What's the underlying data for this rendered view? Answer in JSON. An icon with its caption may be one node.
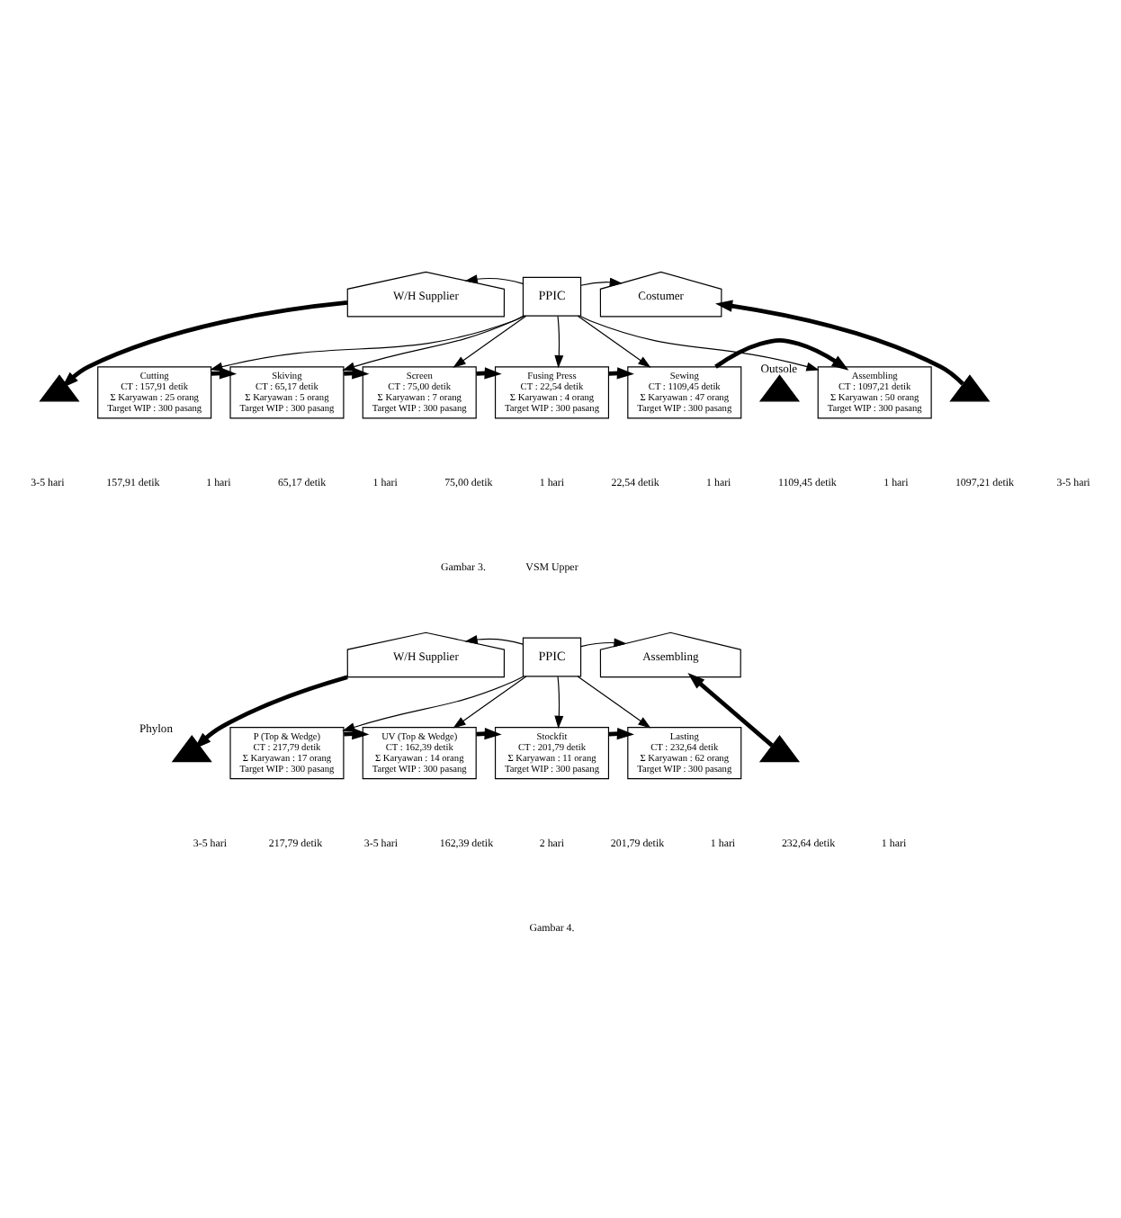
{
  "diagram": {
    "nodes": [
      {
        "text": [
          "W/H Supplier"
        ]
      },
      {
        "text": [
          "PPIC"
        ]
      },
      {
        "text": [
          "Costumer"
        ]
      },
      {
        "text": [],
        "shape": "triangle"
      },
      {
        "text": [
          "Cutting",
          "CT : 157,91 detik",
          "Σ Karyawan : 25 orang",
          "Target WIP : 300 pasang"
        ]
      },
      {
        "text": [
          "Skiving",
          "CT : 65,17 detik",
          "Σ Karyawan : 5 orang",
          "Target WIP : 300 pasang"
        ]
      },
      {
        "text": [
          "Screen",
          "CT : 75,00 detik",
          "Σ Karyawan : 7 orang",
          "Target WIP : 300 pasang"
        ]
      },
      {
        "text": [
          "Fusing Press",
          "CT : 22,54 detik",
          "Σ Karyawan : 4 orang",
          "Target WIP : 300 pasang"
        ]
      },
      {
        "text": [
          "Sewing",
          "CT : 1109,45 detik",
          "Σ Karyawan : 47 orang",
          "Target WIP : 300 pasang"
        ]
      },
      {
        "text": [],
        "shape": "triangle",
        "beside": [
          "Outsole"
        ]
      },
      {
        "text": [
          "Assembling",
          "CT : 1097,21 detik",
          "Σ Karyawan : 50 orang",
          "Target WIP : 300 pasang"
        ]
      },
      {
        "text": [],
        "shape": "triangle"
      },
      {
        "text": [
          "W/H Supplier"
        ]
      },
      {
        "text": [
          "PPIC"
        ]
      },
      {
        "text": [
          "Assembling"
        ]
      },
      {
        "text": [],
        "shape": "triangle",
        "beside": [
          "Phylon"
        ]
      },
      {
        "text": [
          "P (Top & Wedge)",
          "CT : 217,79 detik",
          "Σ Karyawan : 17 orang",
          "Target WIP : 300 pasang"
        ]
      },
      {
        "text": [
          "UV (Top & Wedge)",
          "CT : 162,39 detik",
          "Σ Karyawan : 14 orang",
          "Target WIP : 300 pasang"
        ]
      },
      {
        "text": [
          "Stockfit",
          "CT : 201,79 detik",
          "Σ Karyawan : 11 orang",
          "Target WIP : 300 pasang"
        ]
      },
      {
        "text": [
          "Lasting",
          "CT : 232,64 detik",
          "Σ Karyawan : 62 orang",
          "Target WIP : 300 pasang"
        ]
      },
      {
        "text": [],
        "shape": "triangle"
      }
    ],
    "edges": [
      {
        "from": 1,
        "to": 0,
        "arrow": "to"
      },
      {
        "from": 1,
        "to": 2,
        "arrow": "to"
      },
      {
        "from": 0,
        "to": 3,
        "arrow": "to",
        "style": "thick"
      },
      {
        "from": 1,
        "to": 4,
        "arrow": "to"
      },
      {
        "from": 1,
        "to": 5,
        "arrow": "to"
      },
      {
        "from": 1,
        "to": 6,
        "arrow": "to"
      },
      {
        "from": 1,
        "to": 7,
        "arrow": "to"
      },
      {
        "from": 1,
        "to": 8,
        "arrow": "to"
      },
      {
        "from": 1,
        "to": 10,
        "arrow": "to"
      },
      {
        "from": 4,
        "to": 5,
        "arrow": "to",
        "style": "thick"
      },
      {
        "from": 5,
        "to": 6,
        "arrow": "to",
        "style": "thick"
      },
      {
        "from": 6,
        "to": 7,
        "arrow": "to",
        "style": "thick"
      },
      {
        "from": 7,
        "to": 8,
        "arrow": "to",
        "style": "thick"
      },
      {
        "from": 8,
        "to": 10,
        "arrow": "to",
        "style": "thick"
      },
      {
        "from": 11,
        "to": 2,
        "arrow": "to",
        "style": "thick"
      },
      {
        "from": 13,
        "to": 12,
        "arrow": "to"
      },
      {
        "from": 13,
        "to": 14,
        "arrow": "to"
      },
      {
        "from": 12,
        "to": 15,
        "arrow": "to",
        "style": "thick"
      },
      {
        "from": 13,
        "to": 16,
        "arrow": "to"
      },
      {
        "from": 13,
        "to": 17,
        "arrow": "to"
      },
      {
        "from": 13,
        "to": 18,
        "arrow": "to"
      },
      {
        "from": 13,
        "to": 19,
        "arrow": "to"
      },
      {
        "from": 16,
        "to": 17,
        "arrow": "to",
        "style": "thick"
      },
      {
        "from": 17,
        "to": 18,
        "arrow": "to",
        "style": "thick"
      },
      {
        "from": 18,
        "to": 19,
        "arrow": "to",
        "style": "thick"
      },
      {
        "from": 20,
        "to": 14,
        "arrow": "to",
        "style": "thick"
      }
    ],
    "labels": [
      "3-5 hari",
      "157,91 detik",
      "1 hari",
      "65,17 detik",
      "1 hari",
      "75,00 detik",
      "1 hari",
      "22,54 detik",
      "1 hari",
      "1109,45 detik",
      "1 hari",
      "1097,21 detik",
      "3-5 hari",
      "Gambar 3.",
      "VSM Upper",
      "3-5 hari",
      "217,79 detik",
      "3-5 hari",
      "162,39 detik",
      "2 hari",
      "201,79 detik",
      "1 hari",
      "232,64 detik",
      "1 hari",
      "Gambar 4."
    ]
  }
}
